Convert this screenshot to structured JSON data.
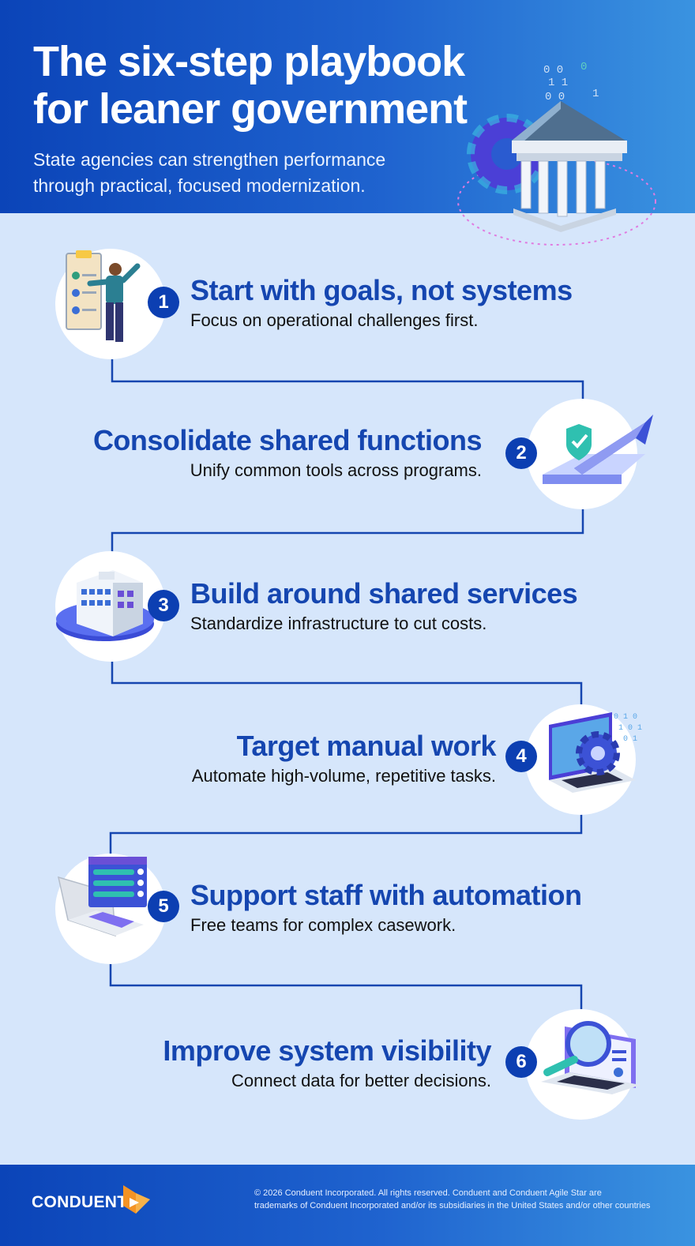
{
  "header": {
    "title_line1": "The six-step playbook",
    "title_line2": "for leaner government",
    "subtitle_line1": "State agencies can strengthen performance",
    "subtitle_line2": "through practical, focused modernization."
  },
  "steps": [
    {
      "number": "1",
      "title": "Start with goals, not systems",
      "description": "Focus on operational challenges first.",
      "icon": "clipboard-person-icon"
    },
    {
      "number": "2",
      "title": "Consolidate shared functions",
      "description": "Unify common tools across programs.",
      "icon": "shield-arrow-icon"
    },
    {
      "number": "3",
      "title": "Build around shared services",
      "description": "Standardize infrastructure to cut costs.",
      "icon": "building-gear-icon"
    },
    {
      "number": "4",
      "title": "Target manual work",
      "description": "Automate high-volume, repetitive tasks.",
      "icon": "laptop-gear-icon"
    },
    {
      "number": "5",
      "title": "Support staff with automation",
      "description": "Free teams for complex casework.",
      "icon": "laptop-checklist-icon"
    },
    {
      "number": "6",
      "title": "Improve system visibility",
      "description": "Connect data for better decisions.",
      "icon": "laptop-magnifier-icon"
    }
  ],
  "footer": {
    "brand": "CONDUENT",
    "legal_line1": "© 2026 Conduent Incorporated. All rights reserved. Conduent and Conduent Agile Star are",
    "legal_line2": "trademarks of Conduent Incorporated and/or its subsidiaries in the United States and/or other countries"
  },
  "colors": {
    "primary_blue": "#0c3fb2",
    "heading_blue": "#1546b0",
    "background": "#d6e6fb",
    "accent_orange": "#f39325"
  },
  "icons": {
    "hero": "government-building-gear-icon",
    "brand": "conduent-star-icon"
  }
}
